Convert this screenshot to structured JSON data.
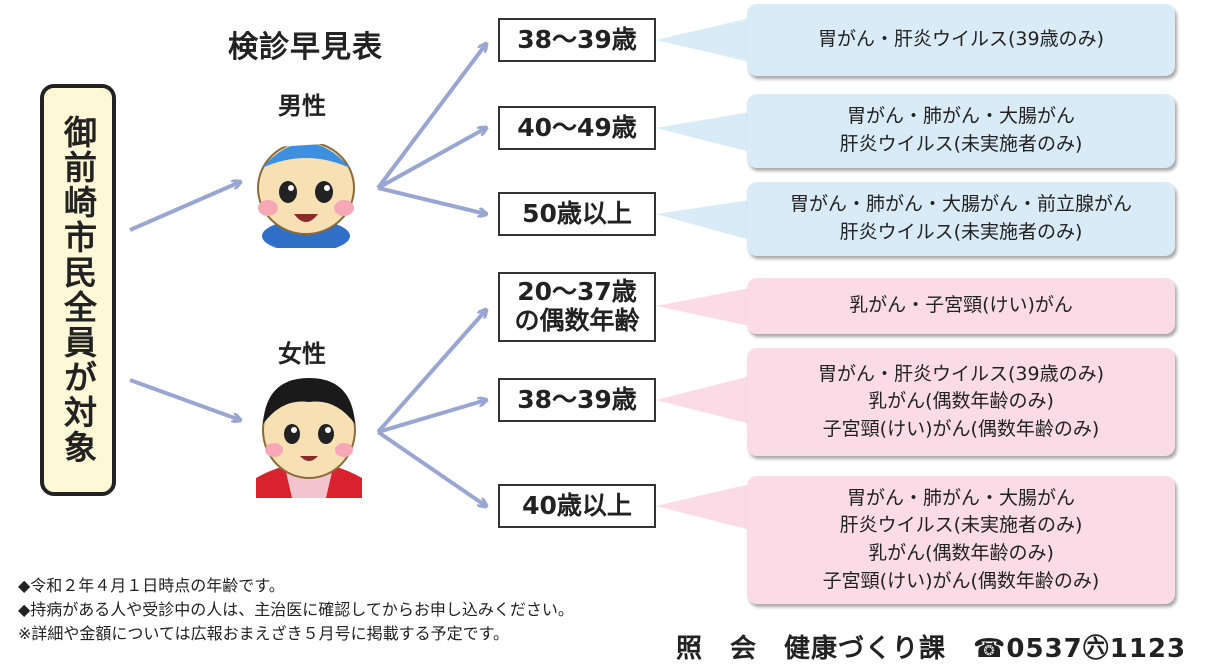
{
  "title": "検診早見表",
  "target_label": "御前崎市民全員が対象",
  "male": {
    "label": "男性",
    "groups": [
      {
        "age": "38〜39歳",
        "items": [
          "胃がん・肝炎ウイルス(39歳のみ)"
        ]
      },
      {
        "age": "40〜49歳",
        "items": [
          "胃がん・肺がん・大腸がん",
          "肝炎ウイルス(未実施者のみ)"
        ]
      },
      {
        "age": "50歳以上",
        "items": [
          "胃がん・肺がん・大腸がん・前立腺がん",
          "肝炎ウイルス(未実施者のみ)"
        ]
      }
    ]
  },
  "female": {
    "label": "女性",
    "groups": [
      {
        "age": "20〜37歳の偶数年齢",
        "items": [
          "乳がん・子宮頸(けい)がん"
        ]
      },
      {
        "age": "38〜39歳",
        "items": [
          "胃がん・肝炎ウイルス(39歳のみ)",
          "乳がん(偶数年齢のみ)",
          "子宮頸(けい)がん(偶数年齢のみ)"
        ]
      },
      {
        "age": "40歳以上",
        "items": [
          "胃がん・肺がん・大腸がん",
          "肝炎ウイルス(未実施者のみ)",
          "乳がん(偶数年齢のみ)",
          "子宮頸(けい)がん(偶数年齢のみ)"
        ]
      }
    ]
  },
  "notes": [
    "◆令和２年４月１日時点の年齢です。",
    "◆持病がある人や受診中の人は、主治医に確認してからお申し込みください。",
    "※詳細や金額については広報おまえざき５月号に掲載する予定です。"
  ],
  "contact": "照　会　健康づくり課　☎0537㊅1123",
  "colors": {
    "arrow": "#9aa6d2",
    "male_box": "#d8ebf6",
    "female_box": "#fbdbe5",
    "target_box": "#fff8d6"
  }
}
